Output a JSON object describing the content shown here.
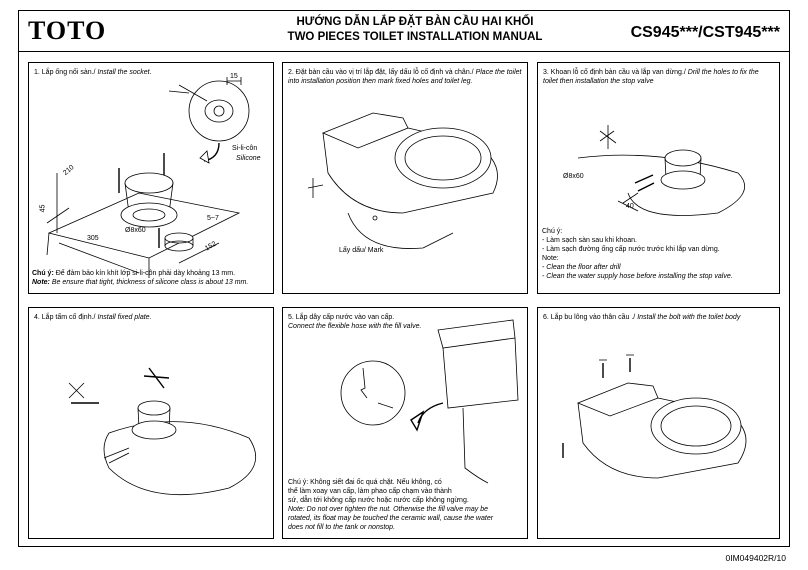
{
  "header": {
    "brand": "TOTO",
    "title_vi": "HƯỚNG DẪN LẮP ĐẶT BÀN CẦU HAI KHỐI",
    "title_en": "TWO PIECES TOILET INSTALLATION MANUAL",
    "model": "CS945***/CST945***"
  },
  "steps": [
    {
      "title_vi": "1. Lắp ống nối sàn./",
      "title_en": "Install the socket.",
      "labels": {
        "dim_15": "15",
        "silicone_vi": "Si-li-côn",
        "silicone_en": "Silicone",
        "dim_210": "210",
        "dim_45": "45",
        "dim_305": "305",
        "dim_hole": "Ø8x60",
        "dim_5_7": "5~7",
        "dim_152": "152"
      },
      "note_label": "Chú ý:",
      "note_vi": " Để đảm bảo kín khít lớp si-li-côn phải dày khoảng 13 mm.",
      "note_label_en": "Note:",
      "note_en": " Be ensure that tight, thickness of silicone class is about 13 mm."
    },
    {
      "title_vi": "2. Đặt bàn cầu vào vị trí lắp đặt, lấy dấu lỗ cố định và chân./",
      "title_en": "Place the toilet into installation position then mark fixed holes and toilet leg.",
      "labels": {
        "mark": "Lấy dấu/ Mark"
      }
    },
    {
      "title_vi": "3. Khoan lỗ cố định bàn cầu và lắp van dừng./",
      "title_en": "Drill the holes to fix the toilet then installation the stop valve",
      "labels": {
        "dim_hole": "Ø8x60",
        "dim_40": "40"
      },
      "note_lines": [
        "Chú ý:",
        "- Làm sạch sàn sau khi khoan.",
        "- Làm sạch đường ống cấp nước trước khi lắp van dừng.",
        "Note:",
        "- Clean the floor after drill",
        "- Clean the water supply hose before installing the stop valve."
      ]
    },
    {
      "title_vi": "4. Lắp tấm cố định./",
      "title_en": "Install fixed plate."
    },
    {
      "title_vi": "5. Lắp dây cấp nước vào van cấp.",
      "title_en": "Connect the flexible hose with the fill valve.",
      "note_lines": [
        "Chú ý: Không siết đai ốc quá chặt. Nếu không, có",
        "thể làm xoay van cấp, làm phao cấp chạm vào thành",
        "sứ, dẫn tới không cấp nước hoặc nước cấp không ngừng.",
        "Note: Do not over tighten the nut. Otherwise the fill valve may be",
        "rotated, its float may be touched the ceramic wall, cause the water",
        "does not fill to the tank or nonstop."
      ]
    },
    {
      "title_vi": "6. Lắp bu lông vào thân cầu ./",
      "title_en": "Install the bolt with the toilet body"
    }
  ],
  "footer": {
    "doc_code": "0IM049402R/10"
  }
}
